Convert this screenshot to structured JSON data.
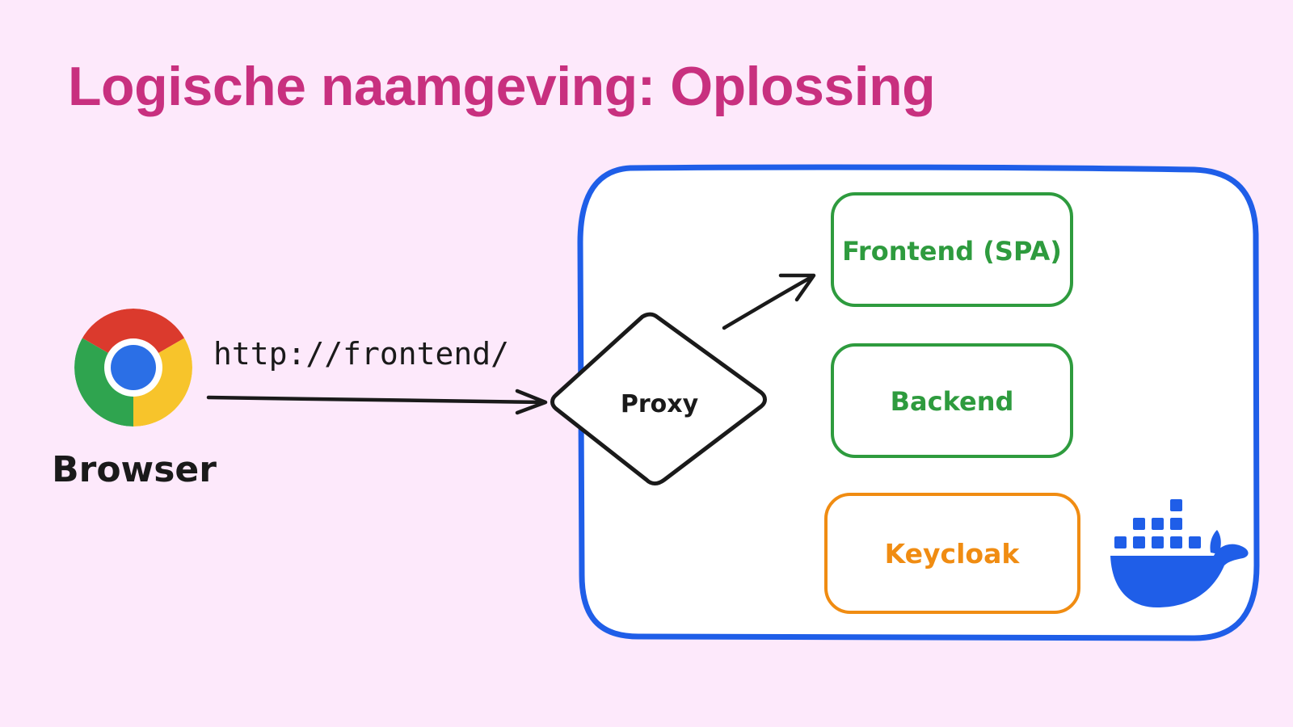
{
  "slide": {
    "title": "Logische naamgeving: Oplossing"
  },
  "browser": {
    "label": "Browser",
    "icon": "chrome-icon"
  },
  "request": {
    "url": "http://frontend/"
  },
  "proxy": {
    "label": "Proxy"
  },
  "services": {
    "frontend": {
      "label": "Frontend (SPA)",
      "color": "#2e9b3e"
    },
    "backend": {
      "label": "Backend",
      "color": "#2e9b3e"
    },
    "keycloak": {
      "label": "Keycloak",
      "color": "#f08c12"
    }
  },
  "container": {
    "border_color": "#1f5ee8",
    "icon": "docker-icon"
  }
}
